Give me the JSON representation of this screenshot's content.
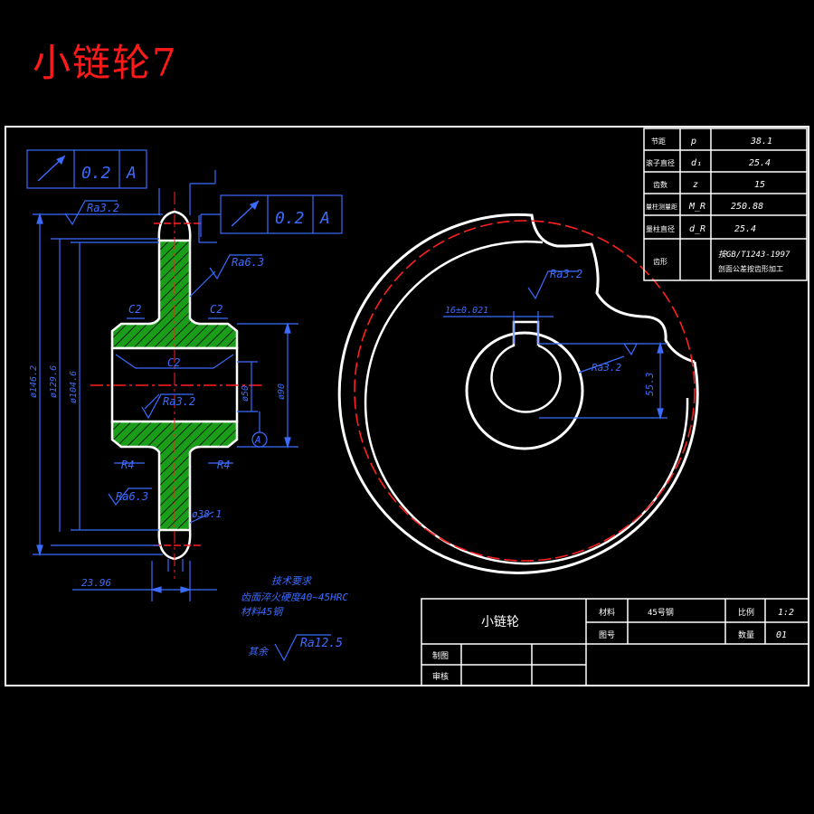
{
  "title": "小链轮7",
  "fcf": {
    "tol": "0.2",
    "datum": "A"
  },
  "roughness": {
    "top": "Ra3.2",
    "web": "Ra6.3",
    "bore": "Ra3.2",
    "lower": "Ra6.3",
    "keyway": "Ra3.2",
    "other_label": "其余",
    "other": "Ra12.5"
  },
  "dims": {
    "chamfer_left": "C2",
    "chamfer_right": "C2",
    "chamfer_bore": "C2",
    "r_left": "R4",
    "r_right": "R4",
    "od": "ø146.2",
    "pcd": "ø129.6",
    "root": "ø104.6",
    "hub": "ø50",
    "bore": "ø90",
    "width": "23.96",
    "r_tooth": "ø38.1",
    "keyway_w": "16±0.021",
    "keyway_d": "55.3",
    "datum": "A"
  },
  "specs": {
    "rows": [
      {
        "label": "节距",
        "sym": "p",
        "val": "38.1"
      },
      {
        "label": "滚子直径",
        "sym": "d₁",
        "val": "25.4"
      },
      {
        "label": "齿数",
        "sym": "z",
        "val": "15"
      },
      {
        "label": "量柱测量距",
        "sym": "M_R",
        "val": "250.88"
      },
      {
        "label": "量柱直径",
        "sym": "d_R",
        "val": "25.4"
      }
    ],
    "std_label": "齿形",
    "std_line1": "按GB/T1243-1997",
    "std_line2": "剖面公差按齿形加工"
  },
  "notes": {
    "heading": "技术要求",
    "line1": "齿面淬火硬度40~45HRC",
    "line2": "材料45钢"
  },
  "title_block": {
    "part_name": "小链轮",
    "material_label": "材料",
    "material": "45号钢",
    "scale_label": "比例",
    "scale": "1:2",
    "drawing_no_label": "图号",
    "qty_label": "数量",
    "qty": "01",
    "designer_label": "制图",
    "checker_label": "审核"
  }
}
